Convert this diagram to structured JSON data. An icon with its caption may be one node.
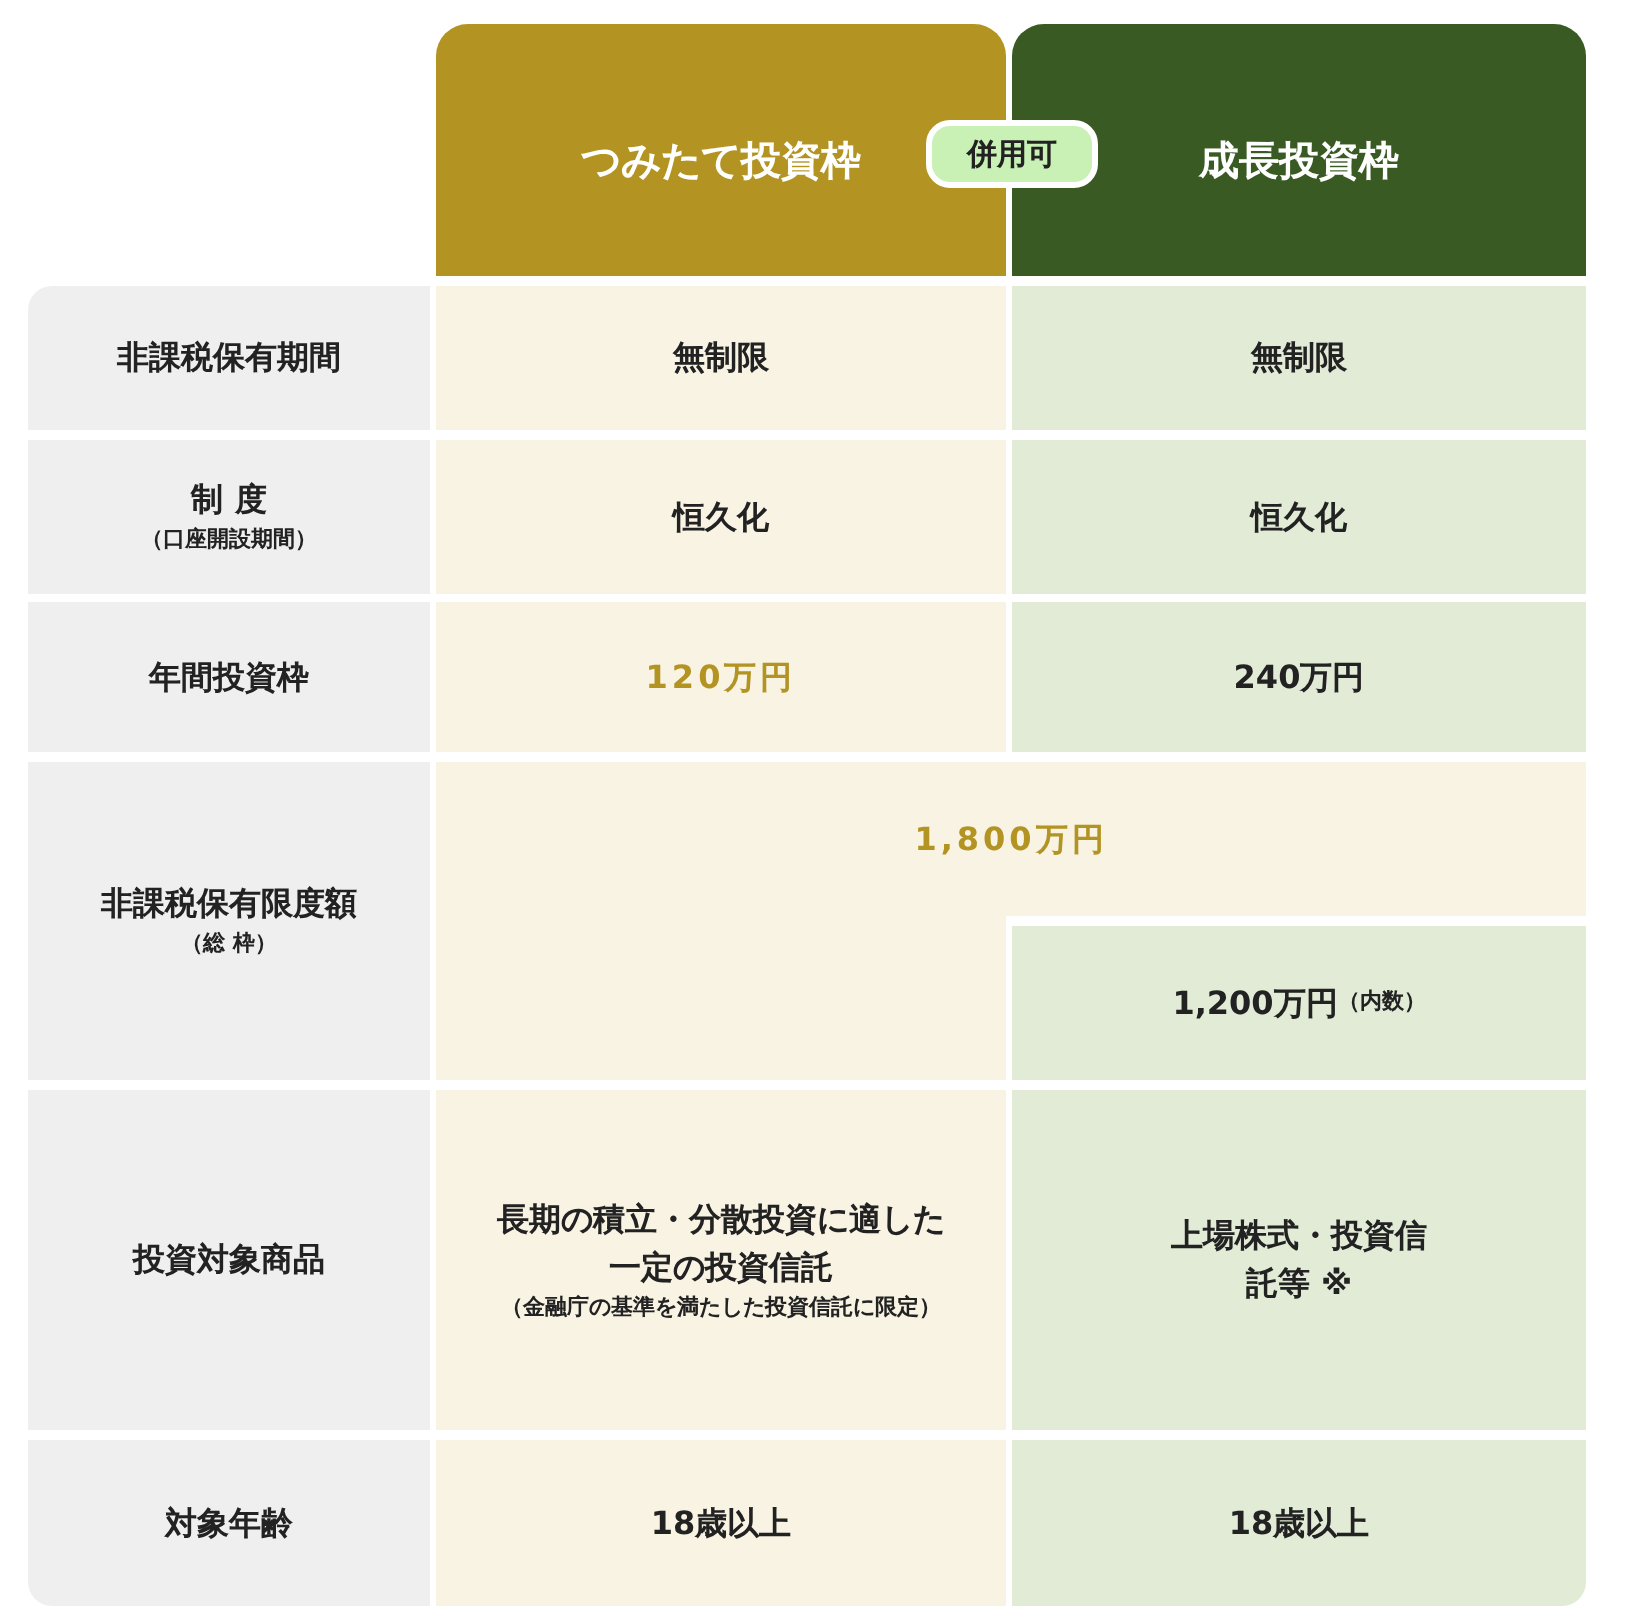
{
  "diagram": {
    "labels": [
      "つみたて投資枠",
      "併用可",
      "成長投資枠",
      "非課税保有期間",
      "無制限",
      "無制限",
      "制 度",
      "（口座開設期間）",
      "恒久化",
      "恒久化",
      "年間投資枠",
      "120万円",
      "240万円",
      "非課税保有限度額",
      "（総 枠）",
      "1,800万円",
      "1,200万円",
      "（内数）",
      "投資対象商品",
      "長期の積立・分散投資に適した一定の投資信託",
      "（金融庁の基準を満たした投資信託に限定）",
      "上場株式・投資信託等 ※",
      "対象年齢",
      "18歳以上",
      "18歳以上"
    ]
  }
}
